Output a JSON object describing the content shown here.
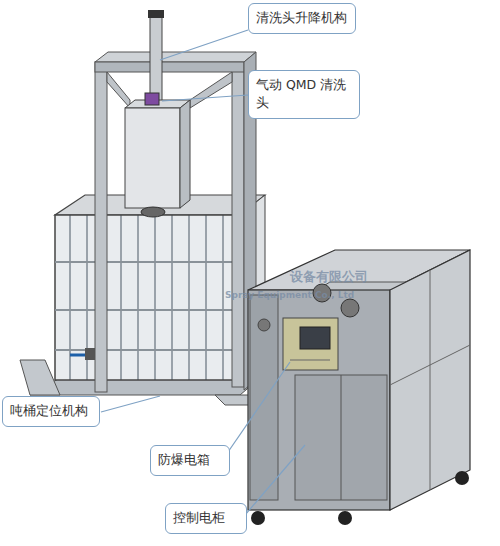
{
  "diagram": {
    "nodes": [
      {
        "text": [
          "清洗头升降机构"
        ]
      },
      {
        "text": [
          "气动 QMD 清洗头"
        ]
      },
      {
        "text": [
          "吨桶定位机构"
        ]
      },
      {
        "text": [
          "防爆电箱"
        ]
      },
      {
        "text": [
          "控制电柜"
        ]
      }
    ],
    "labels": [
      "设备有限公司",
      "Spray Equipment Co., Ltd"
    ]
  }
}
